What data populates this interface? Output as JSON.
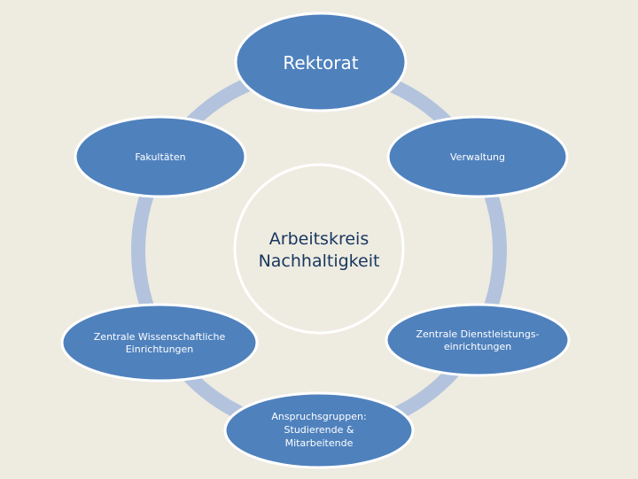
{
  "title": "Arbeitskreis Nachhaltigkeit",
  "center": {
    "lines": [
      "Arbeitskreis",
      "Nachhaltigkeit"
    ]
  },
  "nodes": [
    {
      "id": "rektorat",
      "lines": [
        "Rektorat"
      ]
    },
    {
      "id": "verwaltung",
      "lines": [
        "Verwaltung"
      ]
    },
    {
      "id": "dienstleistung",
      "lines": [
        "Zentrale Dienstleistungs-",
        "einrichtungen"
      ]
    },
    {
      "id": "anspruchsgruppen",
      "lines": [
        "Anspruchsgruppen:",
        "Studierende &",
        "Mitarbeitende"
      ]
    },
    {
      "id": "wissenschaft",
      "lines": [
        "Zentrale Wissenschaftliche",
        "Einrichtungen"
      ]
    },
    {
      "id": "fakultaeten",
      "lines": [
        "Fakultäten"
      ]
    }
  ],
  "colors": {
    "background": "#EEEBE1",
    "node": "#4F81BD",
    "ring": "#B3C3DD",
    "center_text": "#17375E"
  }
}
